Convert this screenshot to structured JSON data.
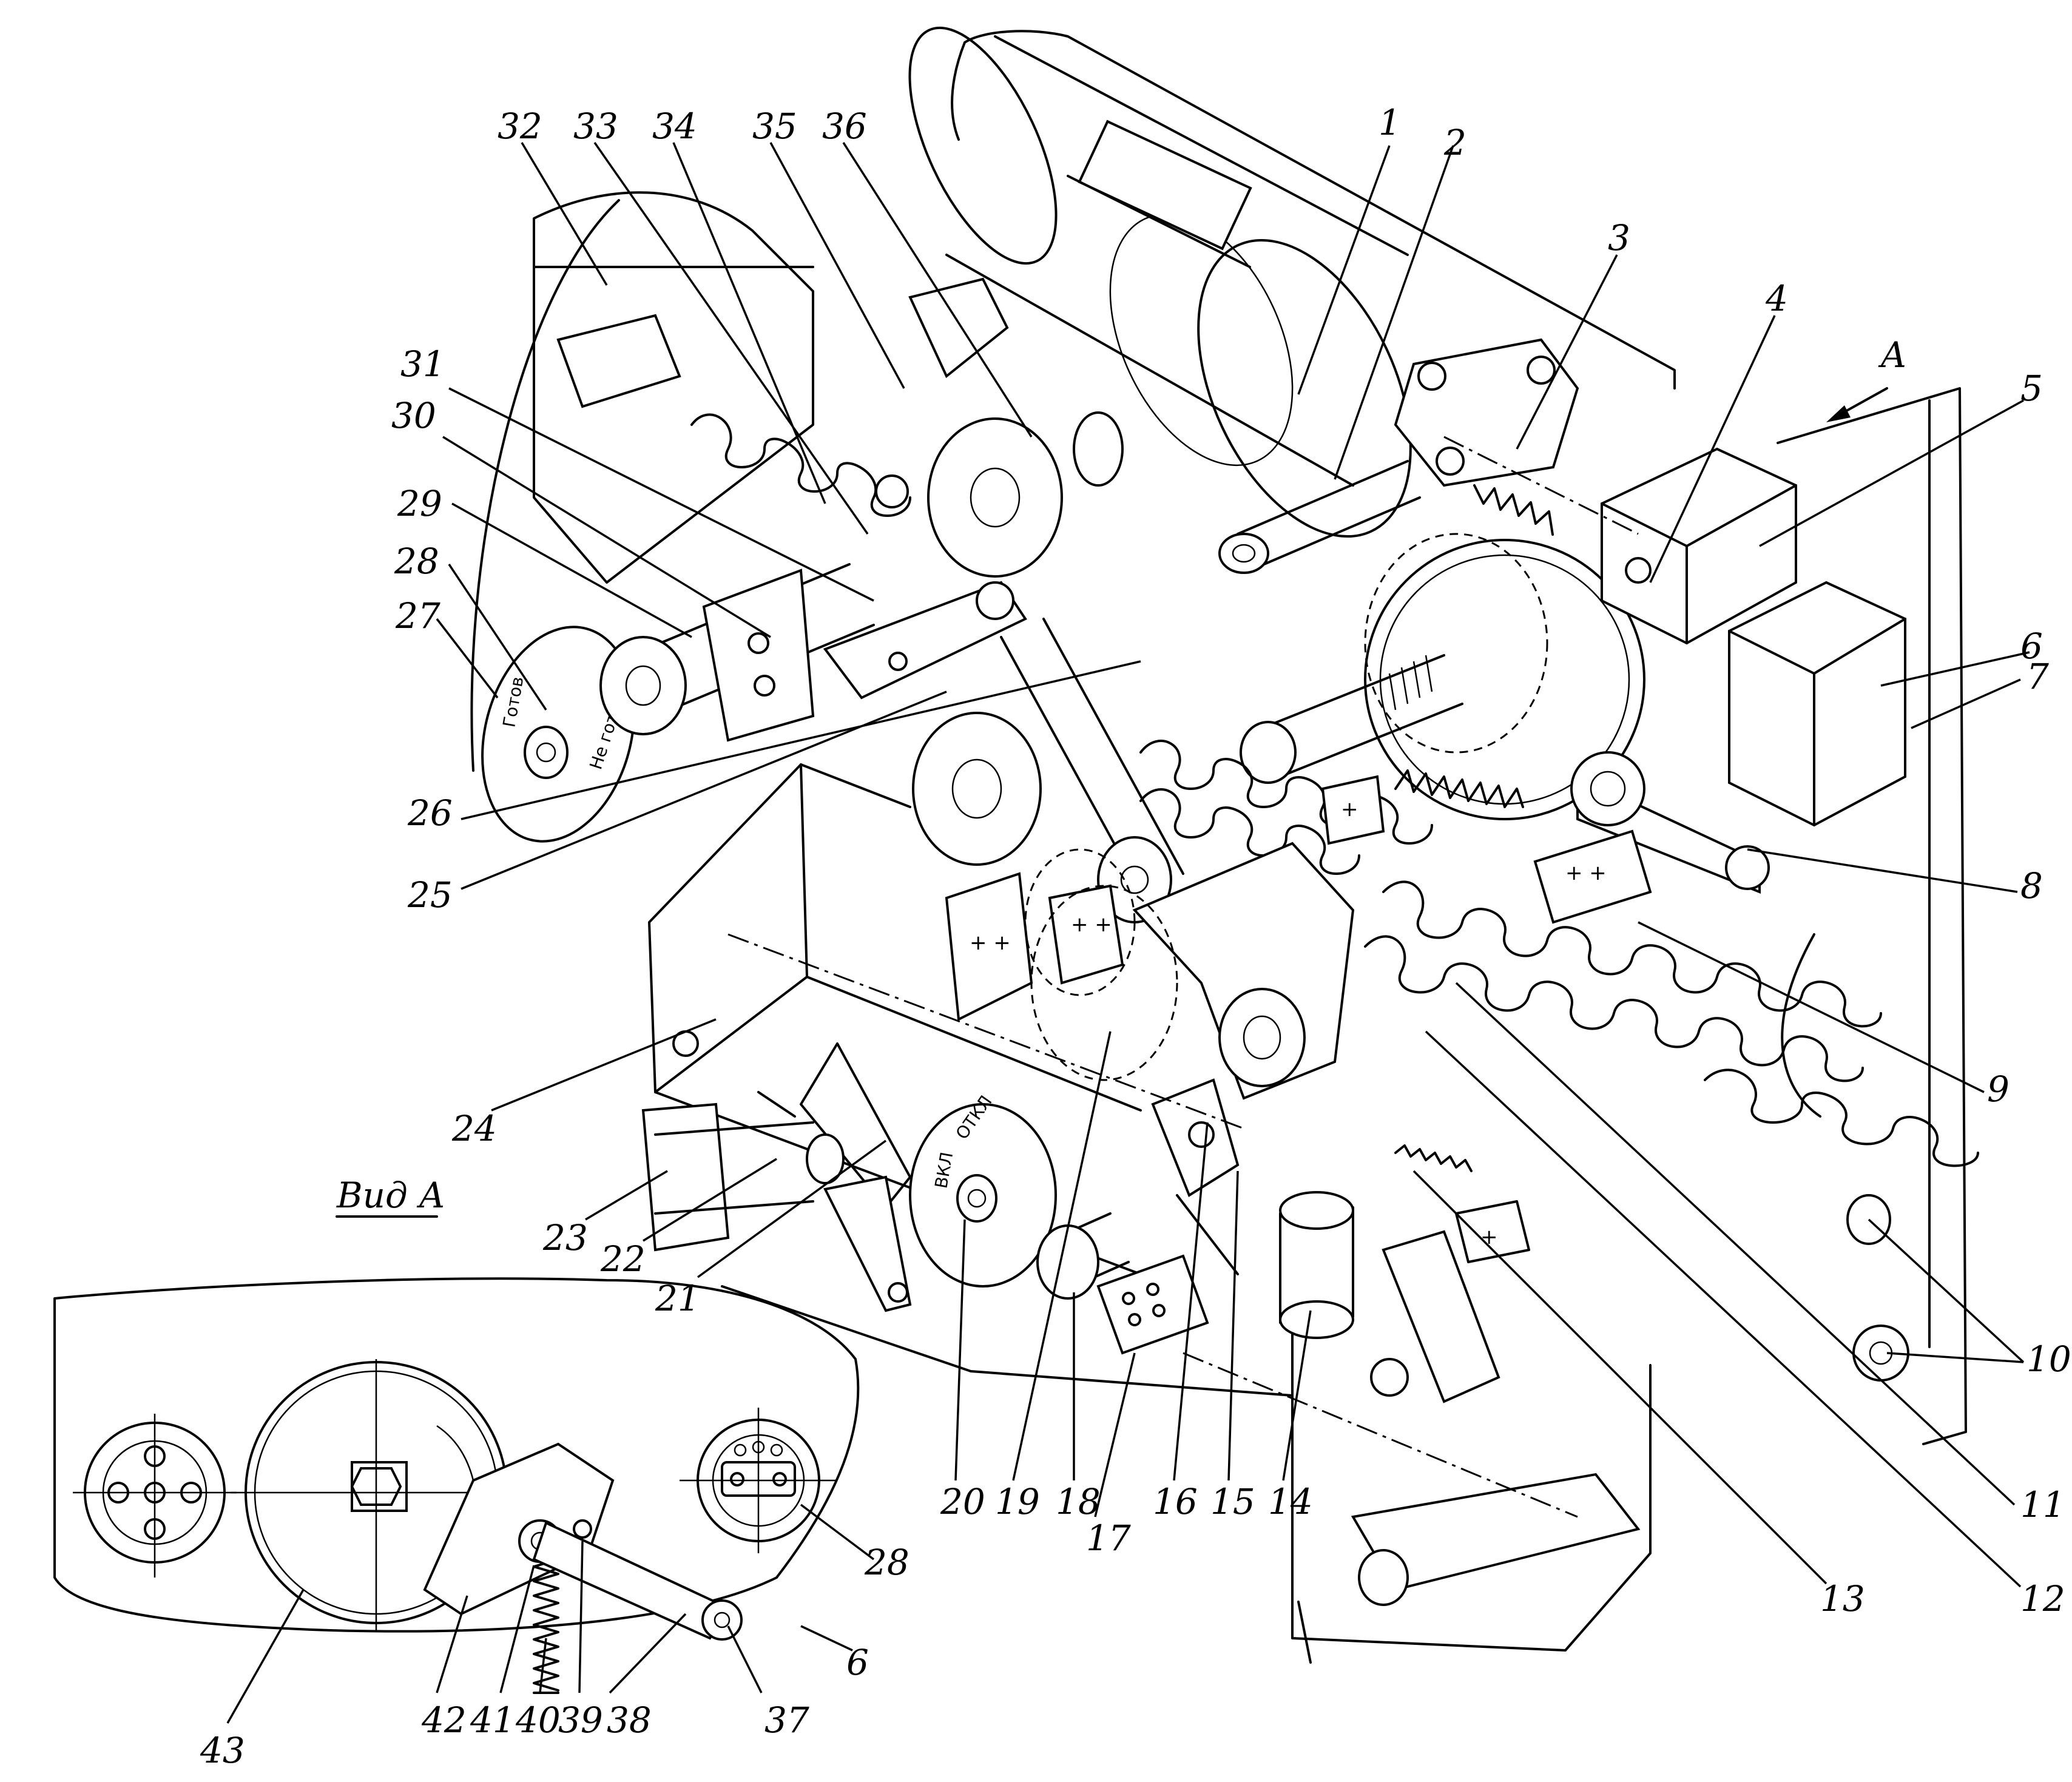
{
  "diagram": {
    "title": "",
    "view_label": "Вид А",
    "arrow_label": "A",
    "indicator_ready": "Готов",
    "indicator_not_ready": "Не готов",
    "indicator_off": "ОТКЛ",
    "indicator_on": "ВКЛ",
    "callouts": [
      {
        "id": "1",
        "text": "1"
      },
      {
        "id": "2",
        "text": "2"
      },
      {
        "id": "3",
        "text": "3"
      },
      {
        "id": "4",
        "text": "4"
      },
      {
        "id": "5",
        "text": "5"
      },
      {
        "id": "6",
        "text": "6"
      },
      {
        "id": "7",
        "text": "7"
      },
      {
        "id": "8",
        "text": "8"
      },
      {
        "id": "9",
        "text": "9"
      },
      {
        "id": "10",
        "text": "10"
      },
      {
        "id": "11",
        "text": "11"
      },
      {
        "id": "12",
        "text": "12"
      },
      {
        "id": "13",
        "text": "13"
      },
      {
        "id": "14",
        "text": "14"
      },
      {
        "id": "15",
        "text": "15"
      },
      {
        "id": "16",
        "text": "16"
      },
      {
        "id": "17",
        "text": "17"
      },
      {
        "id": "18",
        "text": "18"
      },
      {
        "id": "19",
        "text": "19"
      },
      {
        "id": "20",
        "text": "20"
      },
      {
        "id": "21",
        "text": "21"
      },
      {
        "id": "22",
        "text": "22"
      },
      {
        "id": "23",
        "text": "23"
      },
      {
        "id": "24",
        "text": "24"
      },
      {
        "id": "25",
        "text": "25"
      },
      {
        "id": "26",
        "text": "26"
      },
      {
        "id": "27",
        "text": "27"
      },
      {
        "id": "28",
        "text": "28"
      },
      {
        "id": "29",
        "text": "29"
      },
      {
        "id": "30",
        "text": "30"
      },
      {
        "id": "31",
        "text": "31"
      },
      {
        "id": "32",
        "text": "32"
      },
      {
        "id": "33",
        "text": "33"
      },
      {
        "id": "34",
        "text": "34"
      },
      {
        "id": "35",
        "text": "35"
      },
      {
        "id": "36",
        "text": "36"
      },
      {
        "id": "37",
        "text": "37"
      },
      {
        "id": "38",
        "text": "38"
      },
      {
        "id": "39",
        "text": "39"
      },
      {
        "id": "40",
        "text": "40"
      },
      {
        "id": "41",
        "text": "41"
      },
      {
        "id": "42",
        "text": "42"
      },
      {
        "id": "43",
        "text": "43"
      },
      {
        "id": "6b",
        "text": "6"
      },
      {
        "id": "28b",
        "text": "28"
      }
    ]
  }
}
